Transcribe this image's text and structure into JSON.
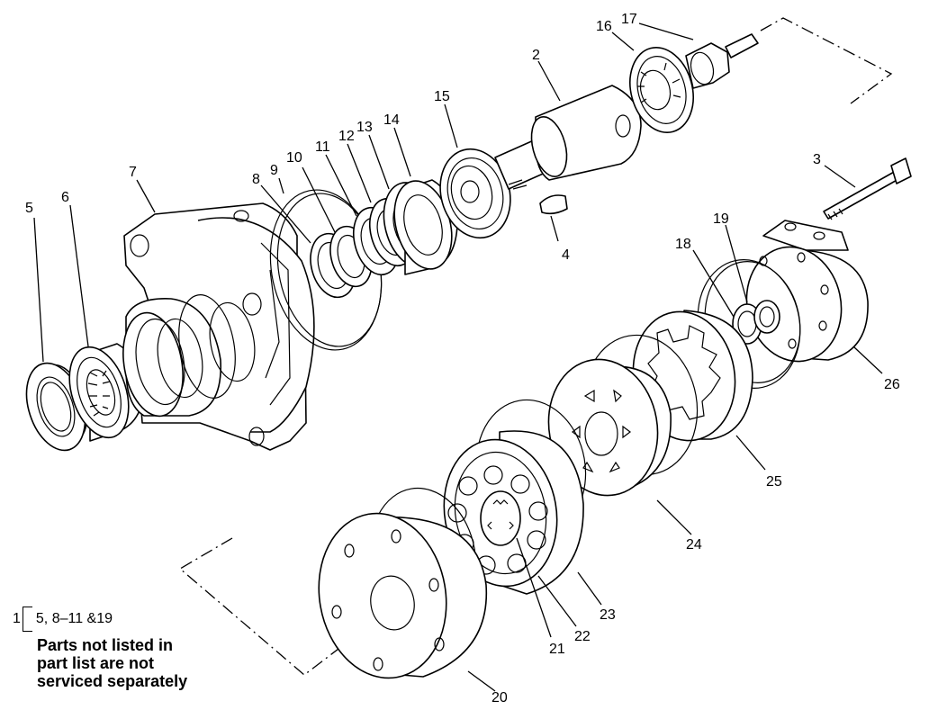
{
  "callouts": [
    {
      "id": "c1",
      "text": "1"
    },
    {
      "id": "c2",
      "text": "2"
    },
    {
      "id": "c3",
      "text": "3"
    },
    {
      "id": "c4",
      "text": "4"
    },
    {
      "id": "c5",
      "text": "5"
    },
    {
      "id": "c6",
      "text": "6"
    },
    {
      "id": "c7",
      "text": "7"
    },
    {
      "id": "c8",
      "text": "8"
    },
    {
      "id": "c9",
      "text": "9"
    },
    {
      "id": "c10",
      "text": "10"
    },
    {
      "id": "c11",
      "text": "11"
    },
    {
      "id": "c12",
      "text": "12"
    },
    {
      "id": "c13",
      "text": "13"
    },
    {
      "id": "c14",
      "text": "14"
    },
    {
      "id": "c15",
      "text": "15"
    },
    {
      "id": "c16",
      "text": "16"
    },
    {
      "id": "c17",
      "text": "17"
    },
    {
      "id": "c18",
      "text": "18"
    },
    {
      "id": "c19",
      "text": "19"
    },
    {
      "id": "c20",
      "text": "20"
    },
    {
      "id": "c21",
      "text": "21"
    },
    {
      "id": "c22",
      "text": "22"
    },
    {
      "id": "c23",
      "text": "23"
    },
    {
      "id": "c24",
      "text": "24"
    },
    {
      "id": "c25",
      "text": "25"
    },
    {
      "id": "c26",
      "text": "26"
    }
  ],
  "kit_note": {
    "number": "1",
    "items": "5, 8–11 &19"
  },
  "service_note": {
    "line1": "Parts not listed in",
    "line2": "part list are not",
    "line3": "serviced separately"
  }
}
